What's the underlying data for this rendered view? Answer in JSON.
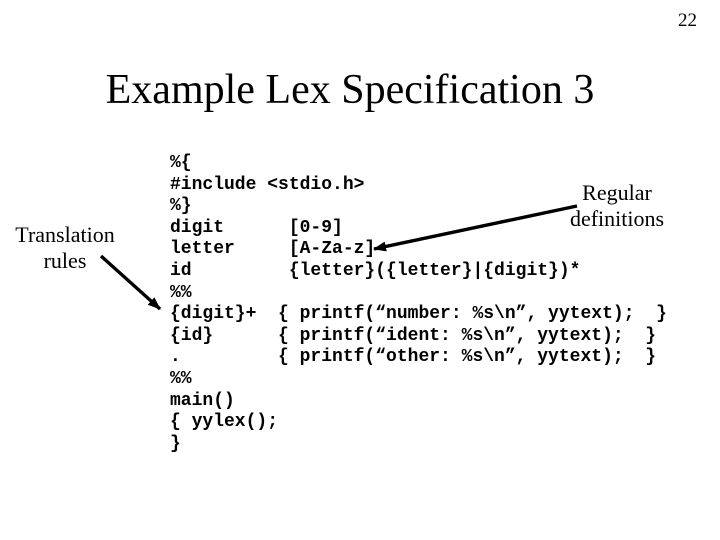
{
  "page_number": "22",
  "title": "Example Lex Specification 3",
  "annotations": {
    "translation_rules": {
      "line1": "Translation",
      "line2": "rules"
    },
    "regular_definitions": {
      "line1": "Regular",
      "line2": "definitions"
    }
  },
  "code": {
    "lines": [
      "%{",
      "#include <stdio.h>",
      "%}",
      "digit      [0-9]",
      "letter     [A-Za-z]",
      "id         {letter}({letter}|{digit})*",
      "%%",
      "{digit}+  { printf(“number: %s\\n”, yytext);  }",
      "{id}      { printf(“ident: %s\\n”, yytext);  }",
      ".         { printf(“other: %s\\n”, yytext);  }",
      "%%",
      "main()",
      "{ yylex();",
      "}"
    ]
  },
  "colors": {
    "text": "#000000",
    "background": "#ffffff"
  }
}
